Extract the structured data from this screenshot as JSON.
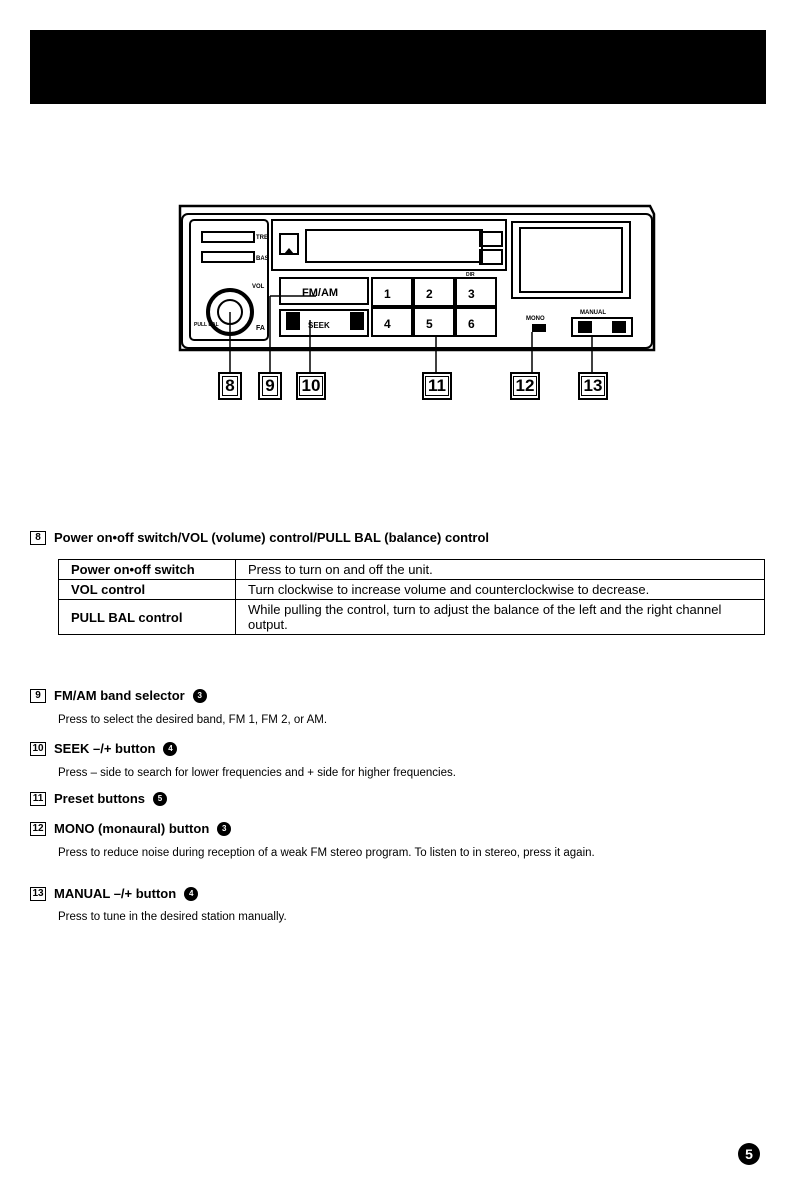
{
  "figure": {
    "labels": {
      "fm_am": "FM/AM",
      "seek": "SEEK",
      "mono": "MONO",
      "manual": "MANUAL",
      "treble": "TRE",
      "bass": "BAS",
      "vol": "VOL",
      "pull_bal": "PULL BAL",
      "fader": "FA",
      "dir": "DIR",
      "presets": [
        "1",
        "2",
        "3",
        "4",
        "5",
        "6"
      ]
    },
    "callouts": [
      "8",
      "9",
      "10",
      "11",
      "12",
      "13"
    ]
  },
  "sections": {
    "s8": {
      "num": "8",
      "title": "Power on•off switch/VOL (volume) control/PULL BAL (balance) control"
    },
    "s9": {
      "num": "9",
      "title": "FM/AM band selector",
      "dot": "3",
      "desc": "Press to select the desired band, FM 1, FM 2, or AM."
    },
    "s10": {
      "num": "10",
      "title": "SEEK  –/+  button",
      "dot": "4",
      "desc": "Press  –  side to search for lower frequencies and  +  side for higher frequencies."
    },
    "s11": {
      "num": "11",
      "title": "Preset buttons",
      "dot": "5"
    },
    "s12": {
      "num": "12",
      "title": "MONO (monaural) button",
      "dot": "3",
      "desc": "Press to reduce noise during reception of a weak FM stereo program. To listen to in stereo, press it again."
    },
    "s13": {
      "num": "13",
      "title": "MANUAL  –/+  button",
      "dot": "4",
      "desc": "Press to tune in the desired station manually."
    }
  },
  "table": {
    "rows": [
      {
        "label": "Power on•off switch",
        "text": "Press to turn on and off the unit."
      },
      {
        "label": "VOL control",
        "text": "Turn clockwise to increase volume and counterclockwise to decrease."
      },
      {
        "label": "PULL BAL control",
        "text": "While pulling the control, turn to adjust the balance of the left and the right channel output."
      }
    ]
  },
  "page_number": "5"
}
